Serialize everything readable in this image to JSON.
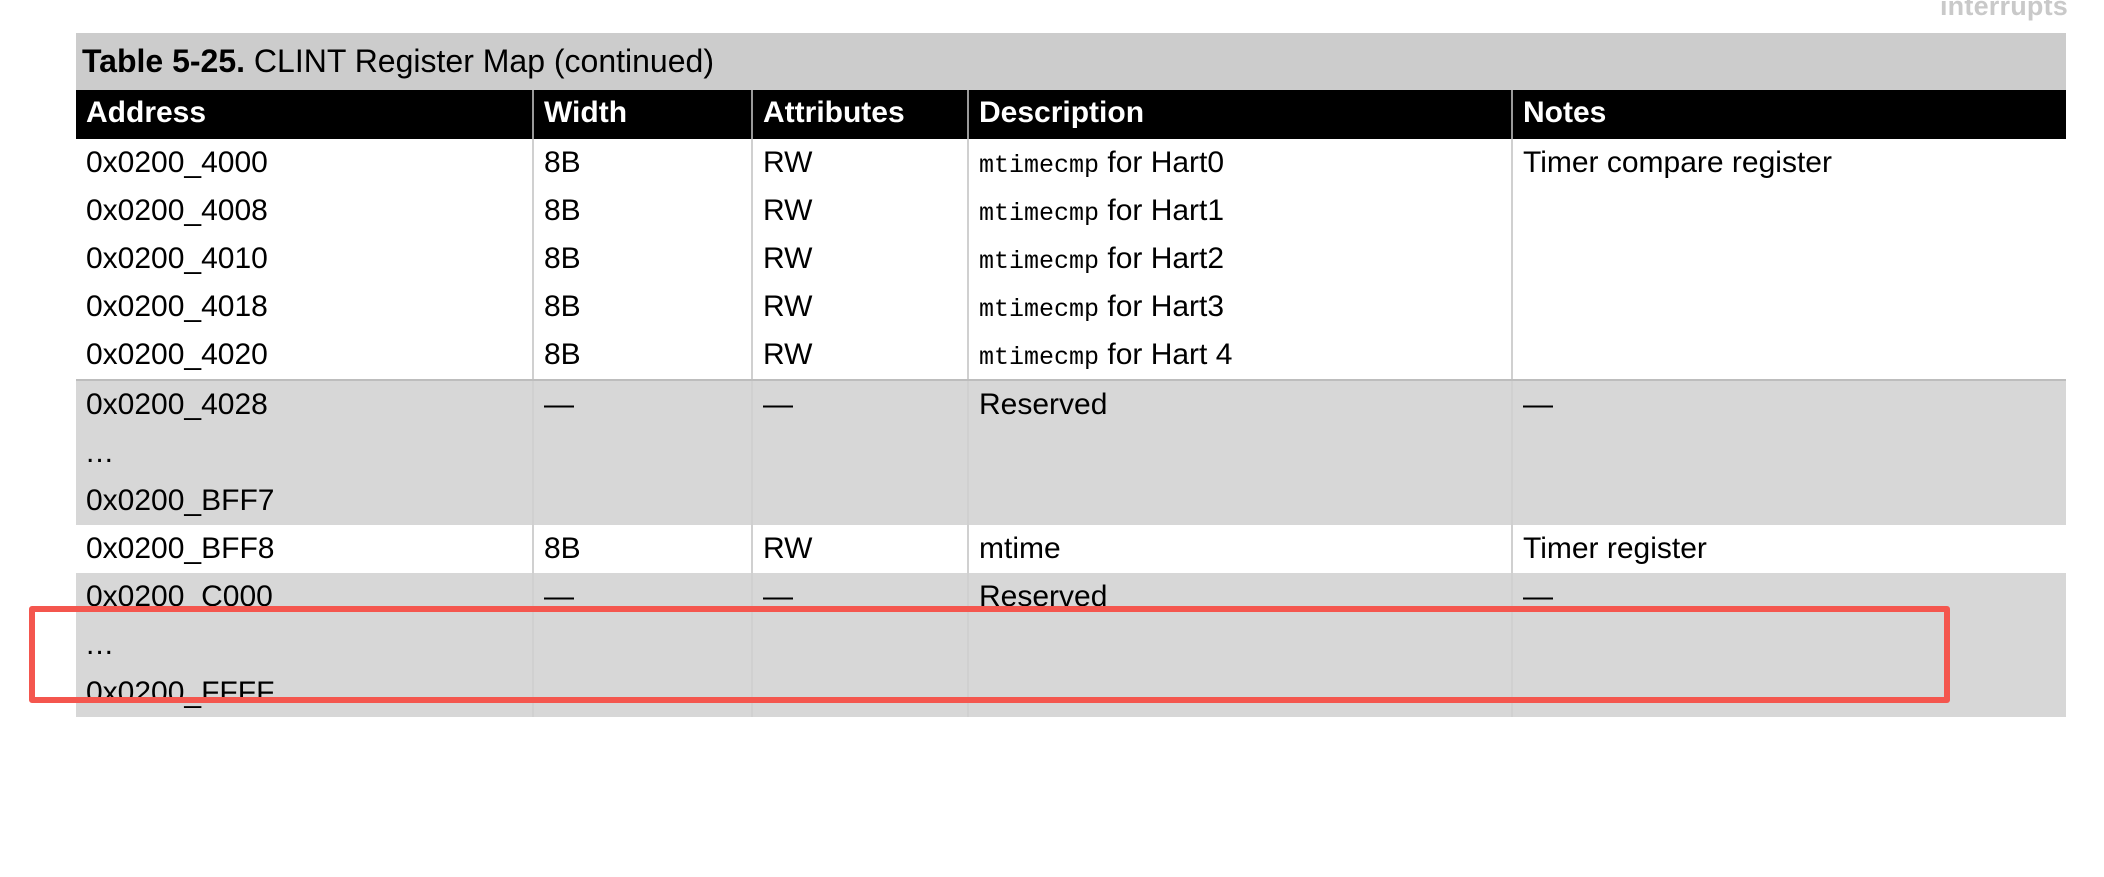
{
  "page": {
    "top_clipped_text": "interrupts"
  },
  "table": {
    "caption_label": "Table 5-25.",
    "caption_text": " CLINT Register Map (continued)",
    "columns": [
      "Address",
      "Width",
      "Attributes",
      "Description",
      "Notes"
    ],
    "rows": [
      {
        "id": "mtimecmp-hart0",
        "shade": "white",
        "address": "0x0200_4000",
        "width": "8B",
        "attributes": "RW",
        "desc_mono": "mtimecmp",
        "desc_rest": " for Hart0",
        "notes": "Timer compare register"
      },
      {
        "id": "mtimecmp-hart1",
        "shade": "white",
        "address": "0x0200_4008",
        "width": "8B",
        "attributes": "RW",
        "desc_mono": "mtimecmp",
        "desc_rest": " for Hart1",
        "notes": ""
      },
      {
        "id": "mtimecmp-hart2",
        "shade": "white",
        "address": "0x0200_4010",
        "width": "8B",
        "attributes": "RW",
        "desc_mono": "mtimecmp",
        "desc_rest": " for Hart2",
        "notes": ""
      },
      {
        "id": "mtimecmp-hart3",
        "shade": "white",
        "address": "0x0200_4018",
        "width": "8B",
        "attributes": "RW",
        "desc_mono": "mtimecmp",
        "desc_rest": " for Hart3",
        "notes": ""
      },
      {
        "id": "mtimecmp-hart4",
        "shade": "white",
        "address": "0x0200_4020",
        "width": "8B",
        "attributes": "RW",
        "desc_mono": "mtimecmp",
        "desc_rest": " for Hart 4",
        "notes": ""
      }
    ],
    "reserved_block_1": {
      "id": "reserved-4028-bff7",
      "shade": "gray",
      "address_start": "0x0200_4028",
      "address_ellipsis": "...",
      "address_end": "0x0200_BFF7",
      "width": "—",
      "attributes": "—",
      "description": "Reserved",
      "notes": "—"
    },
    "highlighted_row": {
      "id": "mtime-row",
      "shade": "white",
      "address": "0x0200_BFF8",
      "width": "8B",
      "attributes": "RW",
      "description": "mtime",
      "notes": "Timer register",
      "highlight_color": "#f4564e"
    },
    "reserved_block_2": {
      "id": "reserved-c000-ffff",
      "shade": "gray",
      "address_start": "0x0200_C000",
      "address_ellipsis": "...",
      "address_end": "0x0200_FFFF",
      "width": "—",
      "attributes": "—",
      "description": "Reserved",
      "notes": "—"
    }
  }
}
